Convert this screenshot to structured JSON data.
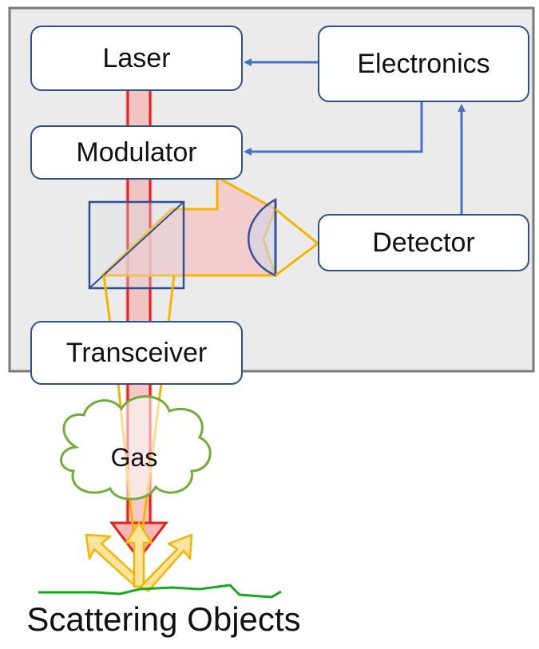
{
  "diagram": {
    "components": {
      "laser": "Laser",
      "electronics": "Electronics",
      "modulator": "Modulator",
      "detector": "Detector",
      "transceiver": "Transceiver",
      "gas": "Gas",
      "scattering_objects": "Scattering Objects"
    },
    "colors": {
      "panel_fill": "#ebebeb",
      "panel_border": "#7a7a7a",
      "box_border": "#2f4f8f",
      "signal_arrow": "#4472c4",
      "laser_beam": "#e8201c",
      "beam_fill": "#f4b6b6",
      "return_light": "#f5b400",
      "gas_cloud": "#6fae3a",
      "ground": "#1aa81a",
      "optics_outline": "#3a4f9a"
    }
  }
}
